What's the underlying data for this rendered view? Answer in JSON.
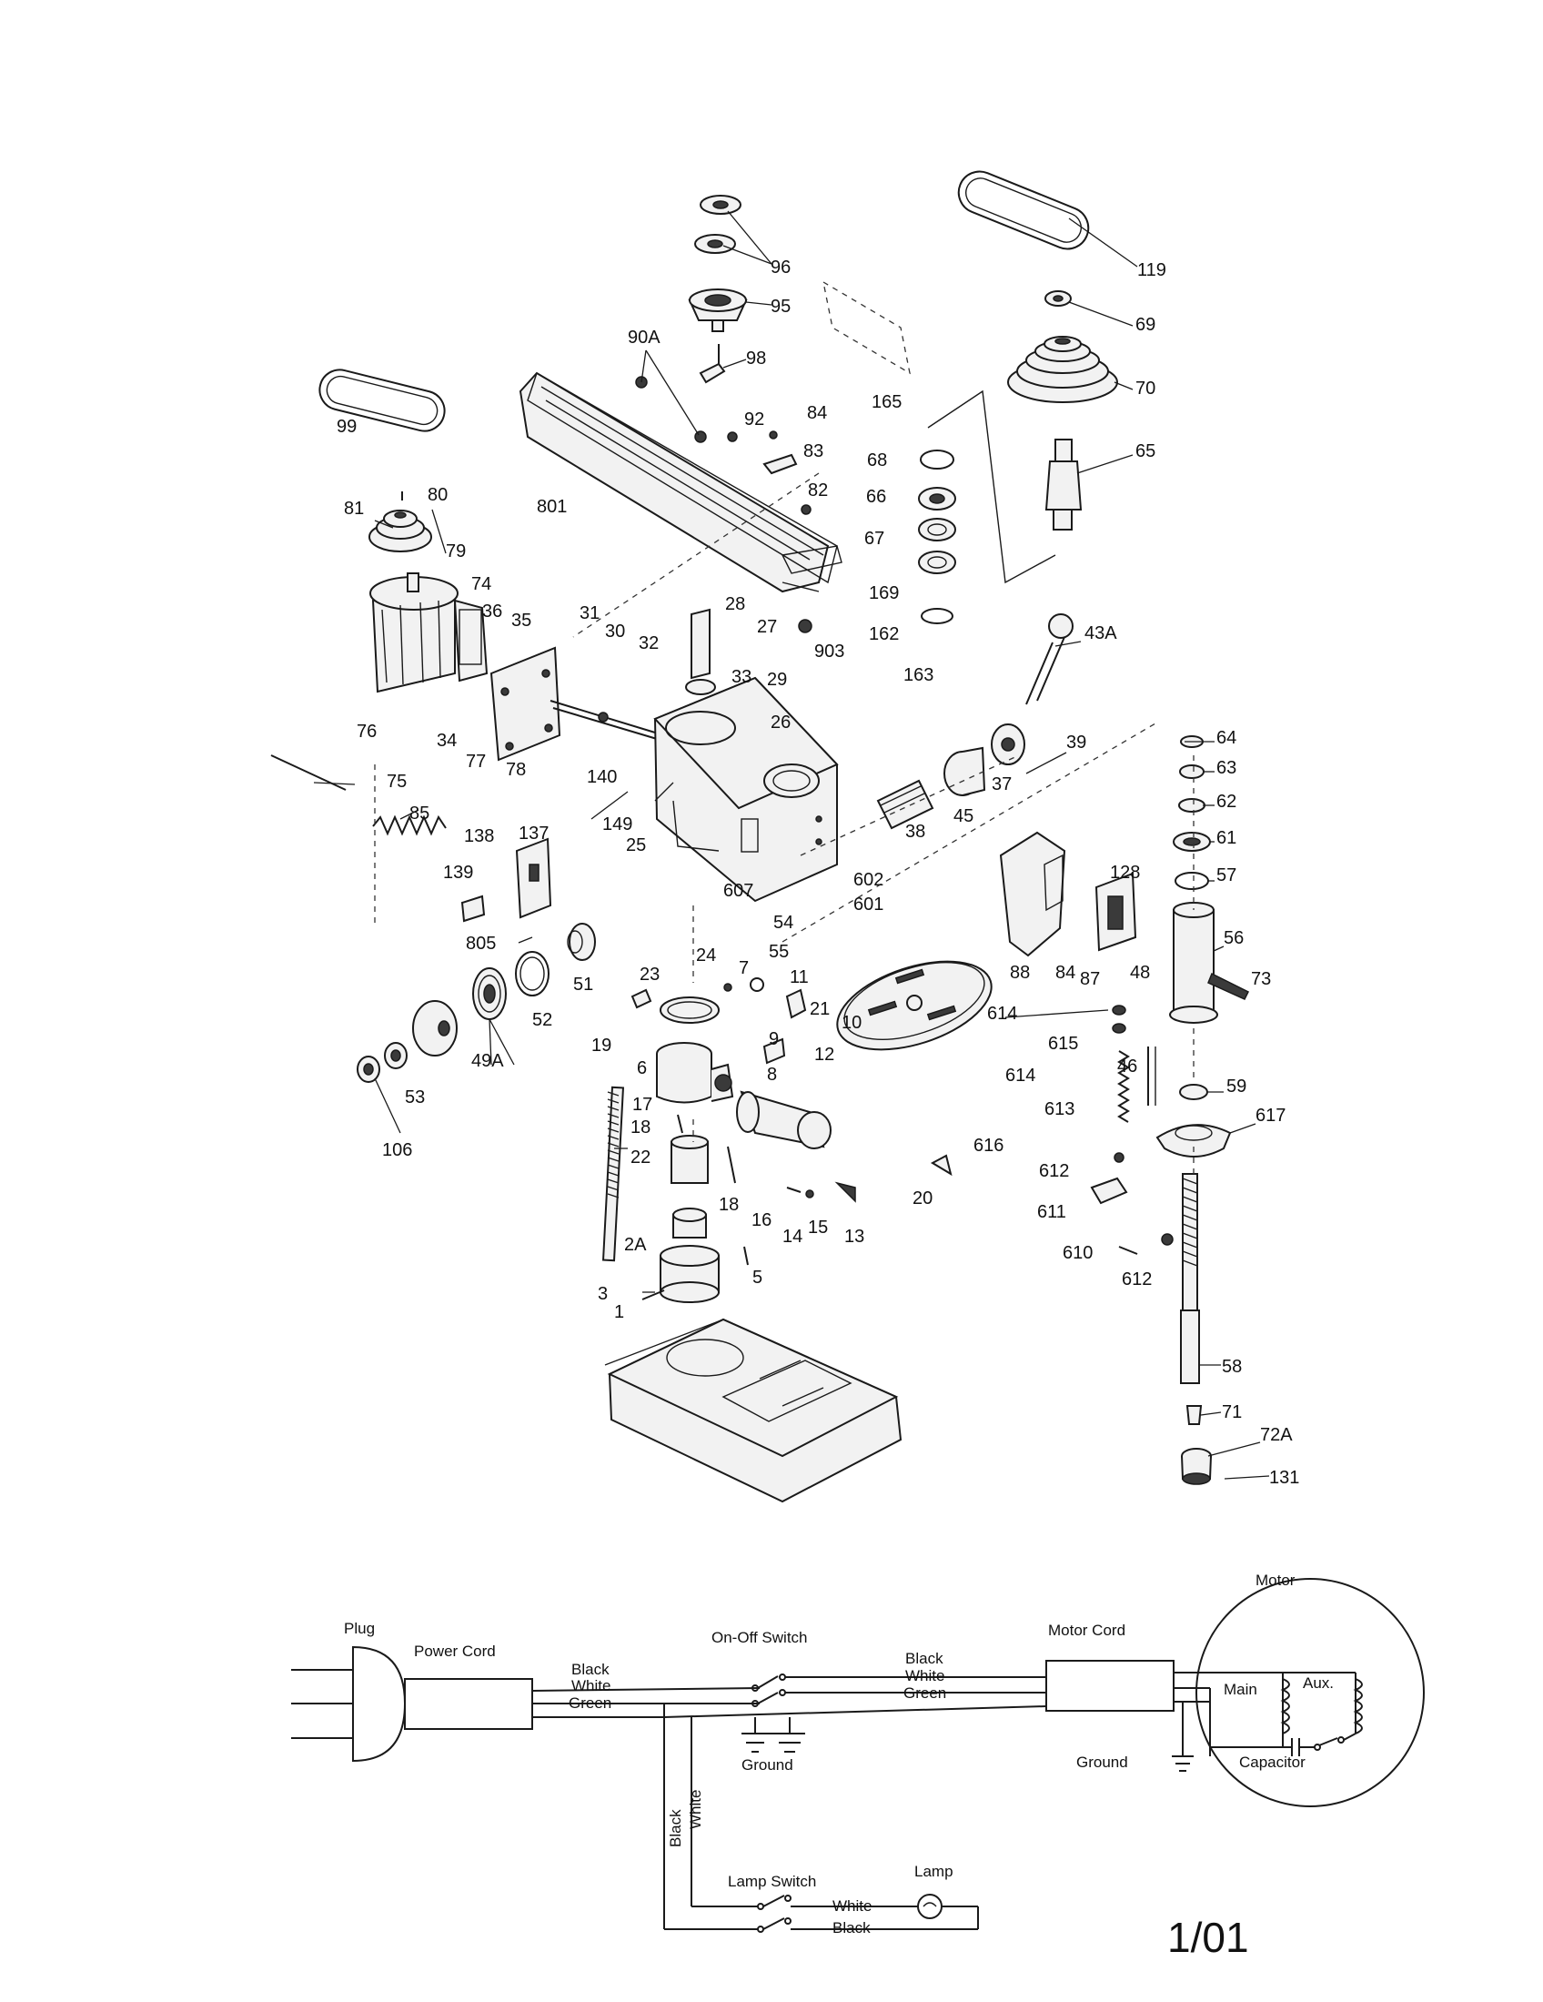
{
  "page_number": "1/01",
  "parts": {
    "p1": "1",
    "p2A": "2A",
    "p3": "3",
    "p5": "5",
    "p6": "6",
    "p7": "7",
    "p8": "8",
    "p9": "9",
    "p10": "10",
    "p11": "11",
    "p12": "12",
    "p13": "13",
    "p14": "14",
    "p15": "15",
    "p16": "16",
    "p17": "17",
    "p18a": "18",
    "p18b": "18",
    "p19": "19",
    "p20": "20",
    "p21": "21",
    "p22": "22",
    "p23": "23",
    "p24": "24",
    "p25": "25",
    "p26": "26",
    "p27": "27",
    "p28": "28",
    "p29": "29",
    "p30": "30",
    "p31": "31",
    "p32": "32",
    "p33": "33",
    "p34": "34",
    "p35": "35",
    "p36": "36",
    "p37": "37",
    "p38": "38",
    "p39": "39",
    "p43A": "43A",
    "p45": "45",
    "p46": "46",
    "p48": "48",
    "p49A": "49A",
    "p51": "51",
    "p52": "52",
    "p53": "53",
    "p54": "54",
    "p55": "55",
    "p56": "56",
    "p57": "57",
    "p58": "58",
    "p59": "59",
    "p61": "61",
    "p62": "62",
    "p63": "63",
    "p64": "64",
    "p65": "65",
    "p66": "66",
    "p67": "67",
    "p68": "68",
    "p69": "69",
    "p70": "70",
    "p71": "71",
    "p72A": "72A",
    "p73": "73",
    "p74": "74",
    "p75": "75",
    "p76": "76",
    "p77": "77",
    "p78": "78",
    "p79": "79",
    "p80": "80",
    "p81": "81",
    "p82": "82",
    "p83": "83",
    "p84a": "84",
    "p84b": "84",
    "p85": "85",
    "p87": "87",
    "p88": "88",
    "p90A": "90A",
    "p92": "92",
    "p95": "95",
    "p96": "96",
    "p98": "98",
    "p99": "99",
    "p106": "106",
    "p119": "119",
    "p128": "128",
    "p131": "131",
    "p137": "137",
    "p138": "138",
    "p139": "139",
    "p140": "140",
    "p149": "149",
    "p162": "162",
    "p163": "163",
    "p165": "165",
    "p169": "169",
    "p601": "601",
    "p602": "602",
    "p607": "607",
    "p610": "610",
    "p611": "611",
    "p612a": "612",
    "p612b": "612",
    "p613": "613",
    "p614a": "614",
    "p614b": "614",
    "p615": "615",
    "p616": "616",
    "p617": "617",
    "p801": "801",
    "p805": "805",
    "p903": "903"
  },
  "wiring": {
    "plug": "Plug",
    "power_cord": "Power Cord",
    "on_off_switch": "On-Off Switch",
    "motor_cord": "Motor Cord",
    "motor": "Motor",
    "black1": "Black",
    "white1": "White",
    "green1": "Green",
    "black2": "Black",
    "white2": "White",
    "green2": "Green",
    "ground1": "Ground",
    "ground2": "Ground",
    "main": "Main",
    "aux": "Aux.",
    "capacitor": "Capacitor",
    "black_v": "Black",
    "white_v": "White",
    "lamp_switch": "Lamp Switch",
    "lamp": "Lamp",
    "white3": "White",
    "black3": "Black"
  }
}
